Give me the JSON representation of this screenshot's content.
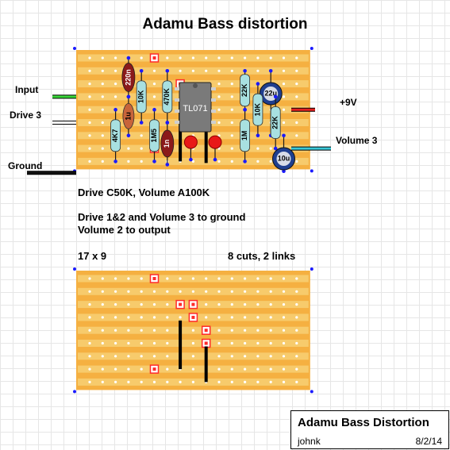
{
  "title": "Adamu Bass distortion",
  "connections": {
    "input": "Input",
    "drive3": "Drive 3",
    "ground": "Ground",
    "plus9v": "+9V",
    "volume3": "Volume 3"
  },
  "components": {
    "c_220n": "220n",
    "r_10k_a": "10K",
    "r_470k": "470K",
    "ic": "TL071",
    "r_22k_a": "22K",
    "c_22u": "22u",
    "r_10k_b": "10K",
    "r_22k_b": "22K",
    "r_4k7": "4K7",
    "c_1u": "1u",
    "r_1m5": "1M5",
    "c_1n": "1n",
    "r_1m": "1M",
    "c_10u": "10u"
  },
  "notes": {
    "pots": "Drive C50K, Volume A100K",
    "wiring_line1": "Drive 1&2 and Volume 3 to ground",
    "wiring_line2": "Volume 2 to output",
    "size": "17 x 9",
    "cuts_links": "8 cuts, 2 links"
  },
  "title_block": {
    "title": "Adamu Bass Distortion",
    "author": "johnk",
    "date": "8/2/14"
  },
  "colors": {
    "board": "#f5b041",
    "strip": "#f7cb6c",
    "resistor": "#a8e0e0",
    "film_cap": "#8b1a1a",
    "electrolytic": "#1f3f8f",
    "ic_body": "#7a7a7a",
    "cut": "#ff2a2a",
    "led": "#e81818"
  }
}
